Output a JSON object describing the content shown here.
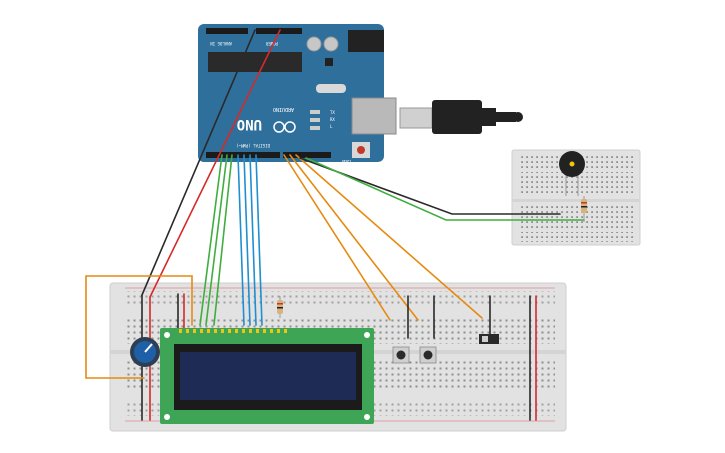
{
  "arduino": {
    "logo": "UNO",
    "brand": "ARDUINO",
    "digital_label": "DIGITAL (PWM~)",
    "power_label": "POWER",
    "analog_label": "ANALOG IN",
    "led_tx": "TX",
    "led_rx": "RX",
    "led_l": "L",
    "reset_label": "RESET"
  },
  "colors": {
    "arduino_board": "#2f6f9b",
    "breadboard": "#e4e4e4",
    "lcd_pcb": "#3fa556",
    "lcd_screen": "#1e2b55",
    "wire_red": "#d62a2a",
    "wire_black": "#2a2a2a",
    "wire_green": "#3fae3f",
    "wire_blue": "#1f8fcf",
    "wire_orange": "#e68a10"
  },
  "components": {
    "lcd": "lcd-16x2",
    "potentiometer": "potentiometer",
    "buzzer": "piezo-buzzer",
    "buttons": 2,
    "slide_switch": "slide-switch",
    "resistors": 2
  }
}
